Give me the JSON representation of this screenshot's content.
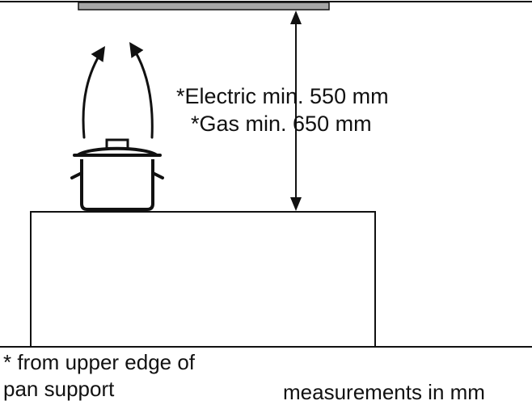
{
  "labels": {
    "electric": "*Electric min. 550 mm",
    "gas": "*Gas min. 650 mm"
  },
  "notes": {
    "footnote_line1": "* from upper edge of",
    "footnote_line2": "pan support",
    "units": "measurements in mm"
  },
  "icons": {
    "pot": "cooking-pot-icon",
    "steam": "steam-arrow-icon",
    "dimension": "double-arrow-icon"
  },
  "colors": {
    "ink": "#111111",
    "hood": "#a6a6a6",
    "background": "#ffffff"
  }
}
